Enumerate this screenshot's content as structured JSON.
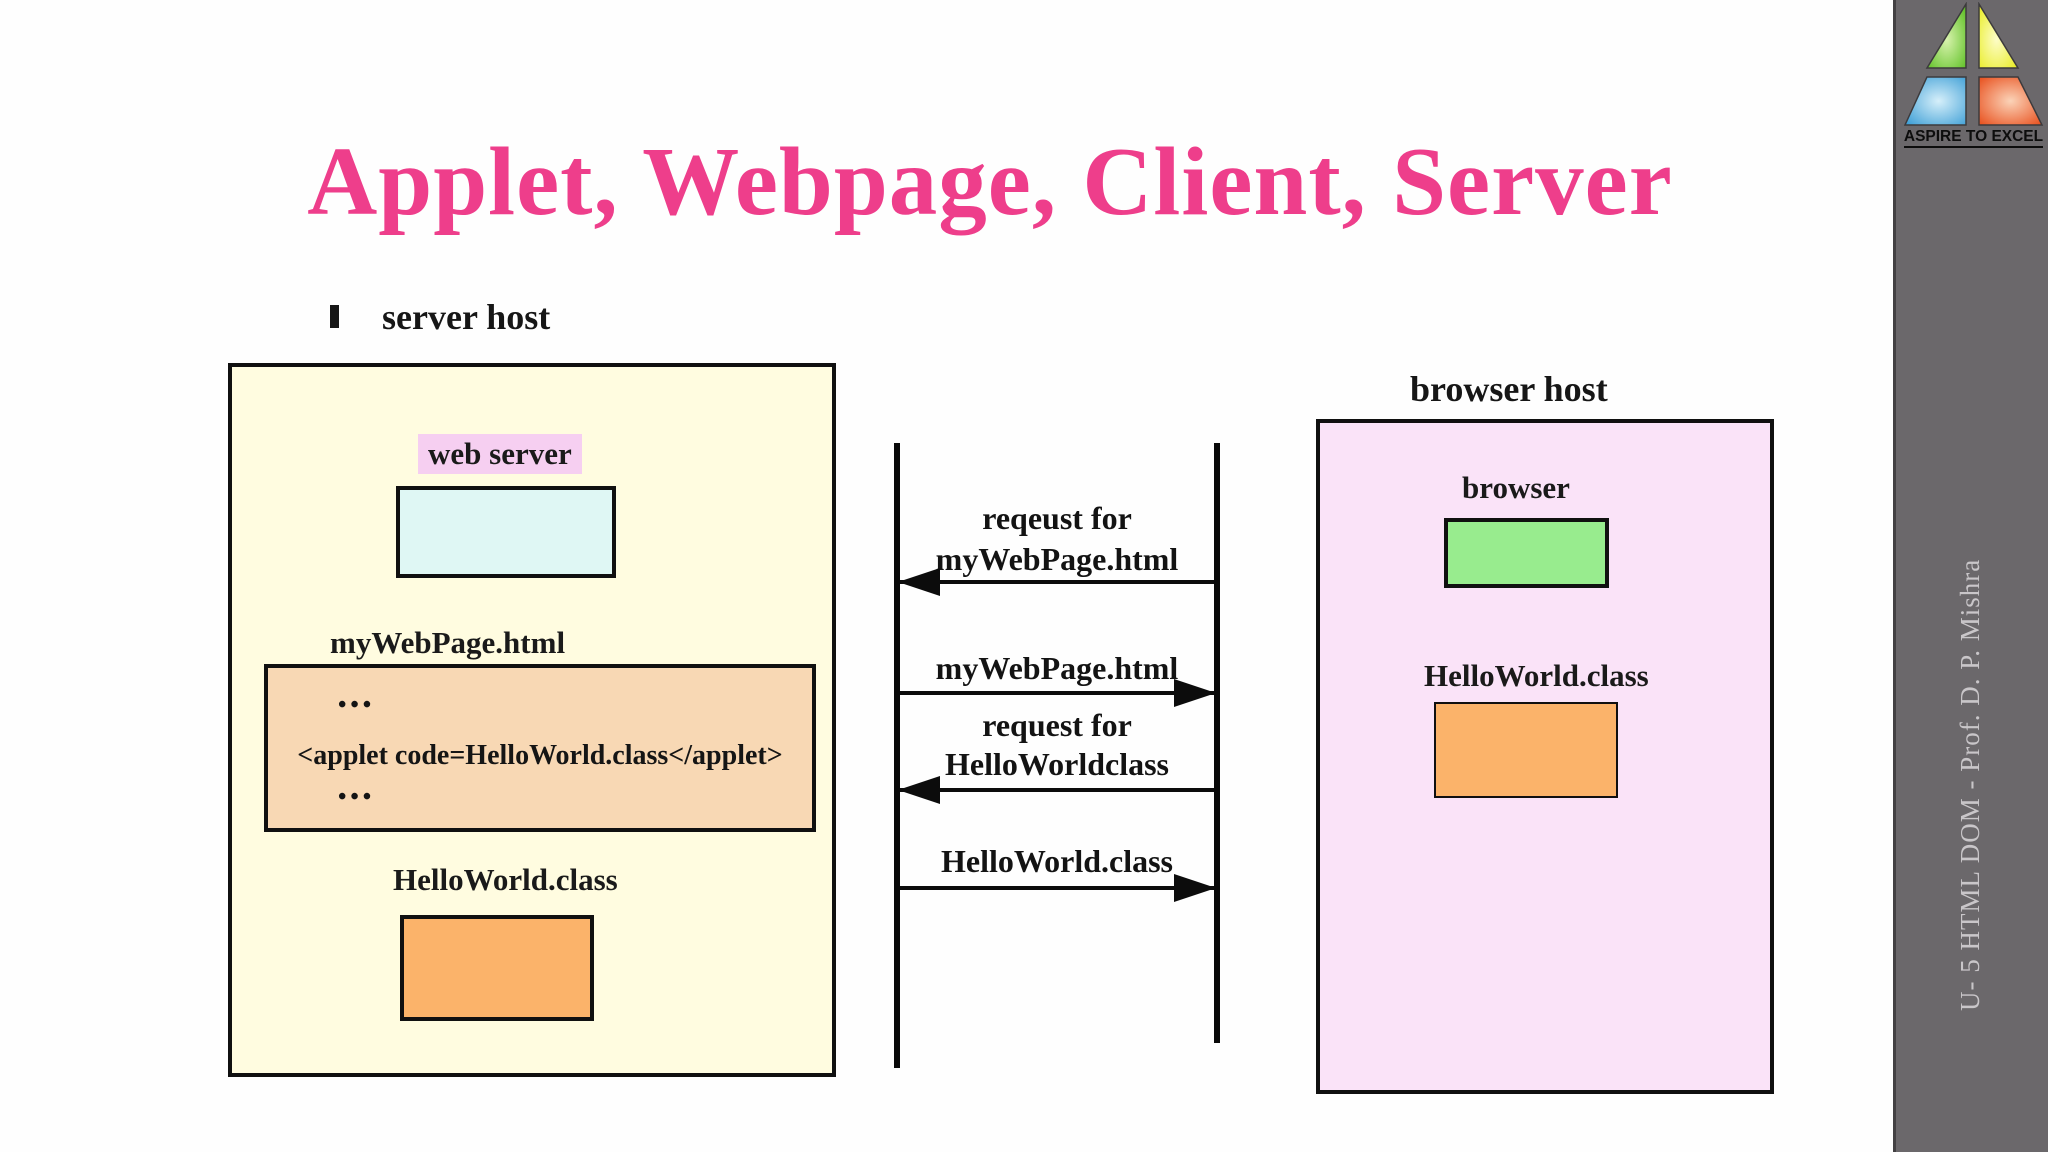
{
  "slide": {
    "title": "Applet, Webpage, Client, Server"
  },
  "server_host": {
    "caption": "server host",
    "web_server_label": "web server",
    "mywebpage_label": "myWebPage.html",
    "dots": "•••",
    "applet_code": "<applet code=HelloWorld.class</applet>",
    "helloworld_label": "HelloWorld.class"
  },
  "messages": {
    "msg1_line1": "reqeust for",
    "msg1_line2": "myWebPage.html",
    "msg2": "myWebPage.html",
    "msg3_line1": "request for",
    "msg3_line2": "HelloWorldclass",
    "msg4": "HelloWorld.class"
  },
  "browser_host": {
    "caption": "browser host",
    "browser_label": "browser",
    "helloworld_label": "HelloWorld.class"
  },
  "sidebar": {
    "logo_text": "ASPIRE TO EXCEL",
    "footer_text": "U- 5 HTML DOM  - Prof. D. P. Mishra"
  },
  "colors": {
    "title_pink": "#ee3e8b",
    "server_box_bg": "#fffce0",
    "browser_box_bg": "#fae3f8",
    "cyan_box": "#dff7f4",
    "peach_box": "#f8d8b4",
    "orange_box": "#fbb36a",
    "green_box": "#98ec8e",
    "web_server_highlight": "#f6cff1",
    "sidebar_gray": "#6b686b",
    "logo_green": "#5bbf21",
    "logo_yellow": "#e8ec1e",
    "logo_blue": "#3e9fd6",
    "logo_orange": "#e84e1b"
  }
}
